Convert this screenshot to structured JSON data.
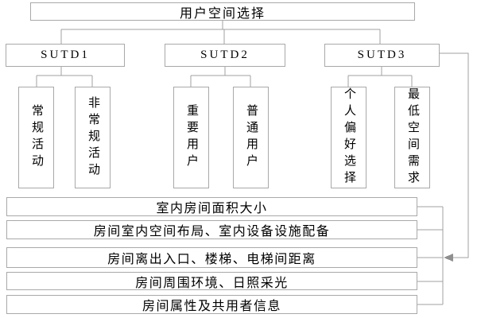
{
  "diagram": {
    "title": "user-space-selection-flowchart",
    "root_label": "用户空间选择",
    "branches": [
      {
        "label": "SUTD1",
        "children": [
          "常规活动",
          "非常规活动"
        ]
      },
      {
        "label": "SUTD2",
        "children": [
          "重要用户",
          "普通用户"
        ]
      },
      {
        "label": "SUTD3",
        "children": [
          "个人偏好选择",
          "最低空间需求"
        ]
      }
    ],
    "criteria_rows": [
      "室内房间面积大小",
      "房间室内空间布局、室内设备设施配备",
      "房间离出入口、楼梯、电梯间距离",
      "房间周围环境、日照采光",
      "房间属性及共用者信息"
    ],
    "icons": {
      "feedback_arrow": "left-arrowhead-icon"
    },
    "colors": {
      "background": "#ffffff",
      "box_border": "#a9a9a9",
      "connector_line": "#a0a0a0",
      "arrow_fill": "#8f8f8f",
      "text": "#000000"
    }
  }
}
